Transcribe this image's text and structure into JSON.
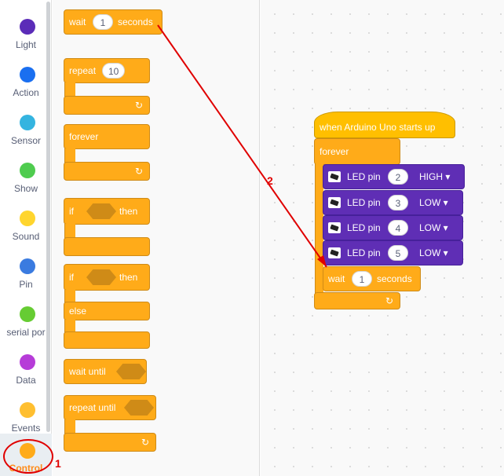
{
  "categories": [
    {
      "label": "Light",
      "color": "#5b2cb8"
    },
    {
      "label": "Action",
      "color": "#1a6ff0"
    },
    {
      "label": "Sensor",
      "color": "#34b4e0"
    },
    {
      "label": "Show",
      "color": "#4fcc4f"
    },
    {
      "label": "Sound",
      "color": "#ffd52e"
    },
    {
      "label": "Pin",
      "color": "#3a7be0"
    },
    {
      "label": "serial por",
      "color": "#66cc33"
    },
    {
      "label": "Data",
      "color": "#b63cd8"
    },
    {
      "label": "Events",
      "color": "#ffbf30"
    },
    {
      "label": "Control",
      "color": "#ffab19"
    }
  ],
  "palette": {
    "wait_word": "wait",
    "wait_value": "1",
    "seconds_word": "seconds",
    "repeat_word": "repeat",
    "repeat_value": "10",
    "forever_word": "forever",
    "if_word": "if",
    "then_word": "then",
    "if2_word": "if",
    "then2_word": "then",
    "else_word": "else",
    "wait_until_word": "wait until",
    "repeat_until_word": "repeat until"
  },
  "script": {
    "hat_label": "when Arduino Uno starts up",
    "forever_label": "forever",
    "led_blocks": [
      {
        "label": "LED pin",
        "pin": "2",
        "state": "HIGH ▾"
      },
      {
        "label": "LED pin",
        "pin": "3",
        "state": "LOW ▾"
      },
      {
        "label": "LED pin",
        "pin": "4",
        "state": "LOW ▾"
      },
      {
        "label": "LED pin",
        "pin": "5",
        "state": "LOW ▾"
      }
    ],
    "wait_word": "wait",
    "wait_value": "1",
    "seconds_word": "seconds"
  },
  "annotations": {
    "label_1": "1",
    "label_2": "2",
    "color": "#e00000"
  },
  "icons": {
    "loop_arrow": "↻",
    "led": "led-icon"
  }
}
